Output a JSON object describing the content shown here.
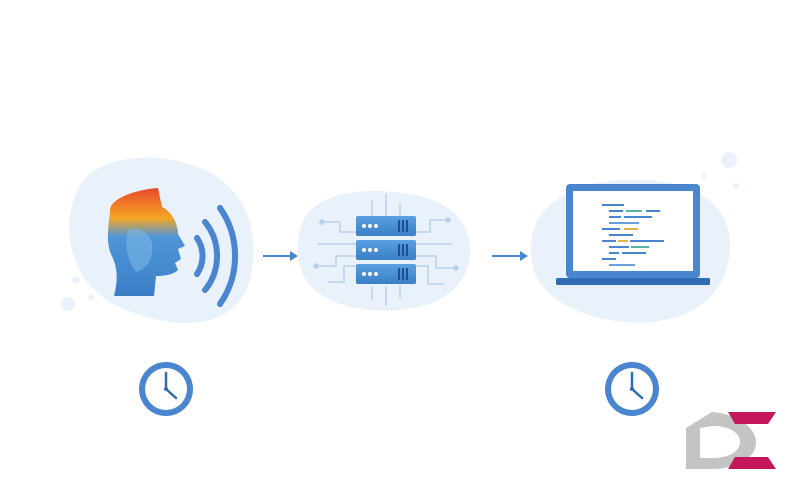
{
  "diagram": {
    "steps": [
      {
        "id": "speaker",
        "icon": "speaking-head-icon",
        "has_clock": true
      },
      {
        "id": "server",
        "icon": "server-rack-icon",
        "has_clock": false
      },
      {
        "id": "laptop",
        "icon": "laptop-code-icon",
        "has_clock": true
      }
    ],
    "connectors": [
      "arrow-right-icon",
      "arrow-right-icon"
    ],
    "colors": {
      "blob": "#e9f1fb",
      "accent": "#4a86cf",
      "dark_blue": "#2f6db5",
      "clock_face": "#ffffff",
      "head_top": "#f5a623",
      "head_red": "#e8472c",
      "logo_gray": "#c4c4c4",
      "logo_magenta": "#c2185b"
    }
  },
  "logo": {
    "icon": "dc-logo-icon"
  }
}
